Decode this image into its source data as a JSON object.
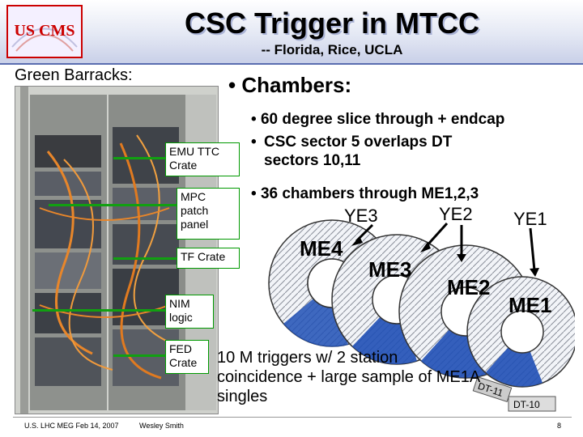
{
  "slide": {
    "title": "CSC Trigger in MTCC",
    "subtitle": "-- Florida, Rice, UCLA",
    "logo_text": "US CMS",
    "green_barracks_label": "Green Barracks:",
    "rack_labels": {
      "emu_ttc": "EMU TTC Crate",
      "mpc": "MPC patch panel",
      "tf": "TF Crate",
      "nim": "NIM logic",
      "fed": "FED Crate"
    },
    "chambers_heading": "Chambers:",
    "bullets": [
      "60 degree slice through + endcap",
      "CSC sector 5 overlaps DT sectors 10,11",
      "36 chambers through ME1,2,3"
    ],
    "yoke_labels": [
      "YE3",
      "YE2",
      "YE1"
    ],
    "station_labels": [
      "ME4",
      "ME3",
      "ME2",
      "ME1"
    ],
    "dt_labels": [
      "DT-11",
      "DT-10"
    ],
    "triggers_text": "10 M triggers w/ 2 station coincidence + large sample of ME1A singles",
    "footer": {
      "venue": "U.S. LHC MEG  Feb 14, 2007",
      "author": "Wesley Smith",
      "page": "8"
    },
    "colors": {
      "title_bar_border": "#5a6db0",
      "label_arrow": "#11a011",
      "chamber_fill": "#1f4fb5"
    }
  }
}
